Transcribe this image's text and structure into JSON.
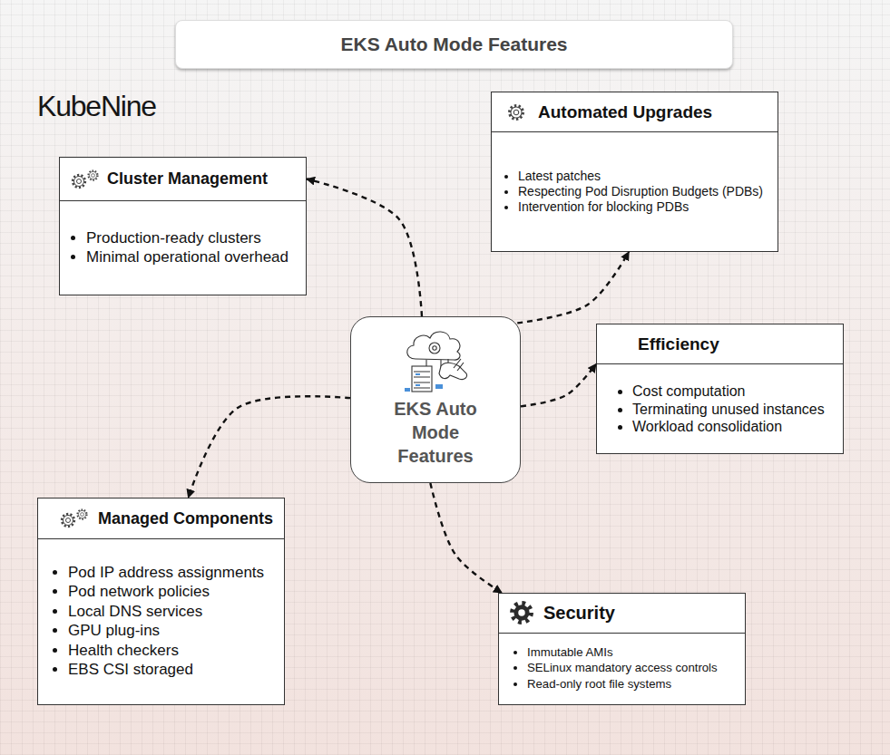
{
  "diagram": {
    "title": "EKS Auto Mode Features",
    "nodes": [
      {
        "text": [
          "Automated Upgrades",
          "Latest patches",
          "Respecting Pod Disruption Budgets (PDBs)",
          "Intervention for blocking PDBs"
        ]
      },
      {
        "text": [
          "Cluster Management",
          "Production-ready clusters",
          "Minimal operational overhead"
        ]
      },
      {
        "text": [
          "EKS Auto Mode Features"
        ]
      },
      {
        "text": [
          "Efficiency",
          "Cost computation",
          "Terminating unused instances",
          "Workload consolidation"
        ]
      },
      {
        "text": [
          "Managed Components",
          "Pod IP address assignments",
          "Pod network policies",
          "Local DNS services",
          "GPU plug-ins",
          "Health checkers",
          "EBS CSI storaged"
        ]
      },
      {
        "text": [
          "Security",
          "Immutable AMIs",
          "SELinux mandatory access controls",
          "Read-only root file systems"
        ]
      }
    ],
    "edges": [
      {
        "from": 2,
        "to": 0,
        "arrow": "to"
      },
      {
        "from": 2,
        "to": 1,
        "arrow": "to"
      },
      {
        "from": 2,
        "to": 3,
        "arrow": "to"
      },
      {
        "from": 2,
        "to": 4,
        "arrow": "to"
      },
      {
        "from": 2,
        "to": 5,
        "arrow": "to"
      }
    ],
    "labels": [
      "KubeNine"
    ]
  }
}
